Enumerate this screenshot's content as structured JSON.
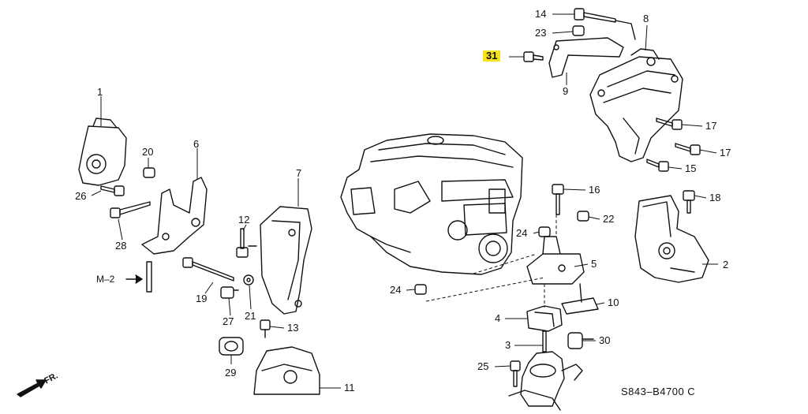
{
  "diagram": {
    "code": "S843–B4700 C",
    "reference": "M–2",
    "direction": "FR.",
    "highlight_color": "#f7e31b",
    "parts": [
      {
        "id": "p1",
        "num": "1"
      },
      {
        "id": "p2",
        "num": "2"
      },
      {
        "id": "p3",
        "num": "3"
      },
      {
        "id": "p4",
        "num": "4"
      },
      {
        "id": "p5",
        "num": "5"
      },
      {
        "id": "p6",
        "num": "6"
      },
      {
        "id": "p7",
        "num": "7"
      },
      {
        "id": "p8",
        "num": "8"
      },
      {
        "id": "p9",
        "num": "9"
      },
      {
        "id": "p10",
        "num": "10"
      },
      {
        "id": "p11",
        "num": "11"
      },
      {
        "id": "p12",
        "num": "12"
      },
      {
        "id": "p13",
        "num": "13"
      },
      {
        "id": "p14",
        "num": "14"
      },
      {
        "id": "p15",
        "num": "15"
      },
      {
        "id": "p16",
        "num": "16"
      },
      {
        "id": "p17a",
        "num": "17"
      },
      {
        "id": "p17b",
        "num": "17"
      },
      {
        "id": "p18",
        "num": "18"
      },
      {
        "id": "p19",
        "num": "19"
      },
      {
        "id": "p20",
        "num": "20"
      },
      {
        "id": "p21",
        "num": "21"
      },
      {
        "id": "p22",
        "num": "22"
      },
      {
        "id": "p23",
        "num": "23"
      },
      {
        "id": "p24a",
        "num": "24"
      },
      {
        "id": "p24b",
        "num": "24"
      },
      {
        "id": "p25",
        "num": "25"
      },
      {
        "id": "p26",
        "num": "26"
      },
      {
        "id": "p27",
        "num": "27"
      },
      {
        "id": "p28",
        "num": "28"
      },
      {
        "id": "p29",
        "num": "29"
      },
      {
        "id": "p30",
        "num": "30"
      },
      {
        "id": "p31",
        "num": "31",
        "highlighted": true
      }
    ]
  }
}
